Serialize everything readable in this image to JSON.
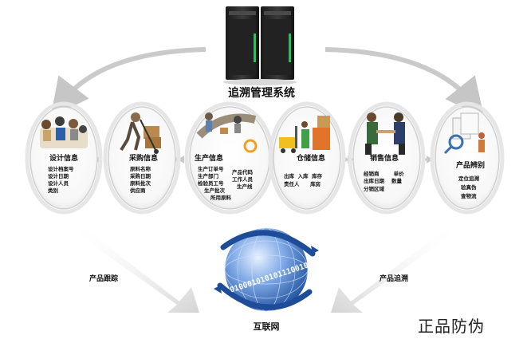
{
  "system_title": "追溯管理系统",
  "network_label": "互联网",
  "network_binary": "01000101010111001011",
  "tracking_label": "产品跟踪",
  "tracing_label": "产品追溯",
  "corner_text": "正品防伪",
  "stages": [
    {
      "title": "设计信息",
      "lines": [
        "设计档案号",
        "设计日期",
        "设计人员",
        "类别"
      ]
    },
    {
      "title": "采购信息",
      "lines": [
        "原料名称",
        "采购日期",
        "原料批次",
        "供应商"
      ]
    },
    {
      "title": "生产信息",
      "left_lines": [
        "生产订单号",
        "生产部门",
        "检验员工号",
        "生产批次",
        "所用原料"
      ],
      "right_lines": [
        "产品代码",
        "工作人员",
        "生产线"
      ]
    },
    {
      "title": "仓储信息",
      "lines": [
        "出库  入库  库存",
        "责任人      库房"
      ]
    },
    {
      "title": "销售信息",
      "lines": [
        "经销商        单价",
        "出库日期    数量",
        "分销区域"
      ]
    },
    {
      "title": "产品辨别",
      "lines": [
        "定位追溯",
        "验真伪",
        "查物流"
      ]
    }
  ],
  "colors": {
    "arrow": "#c8c8c8",
    "globe": "#3f78c8",
    "text": "#111111"
  }
}
